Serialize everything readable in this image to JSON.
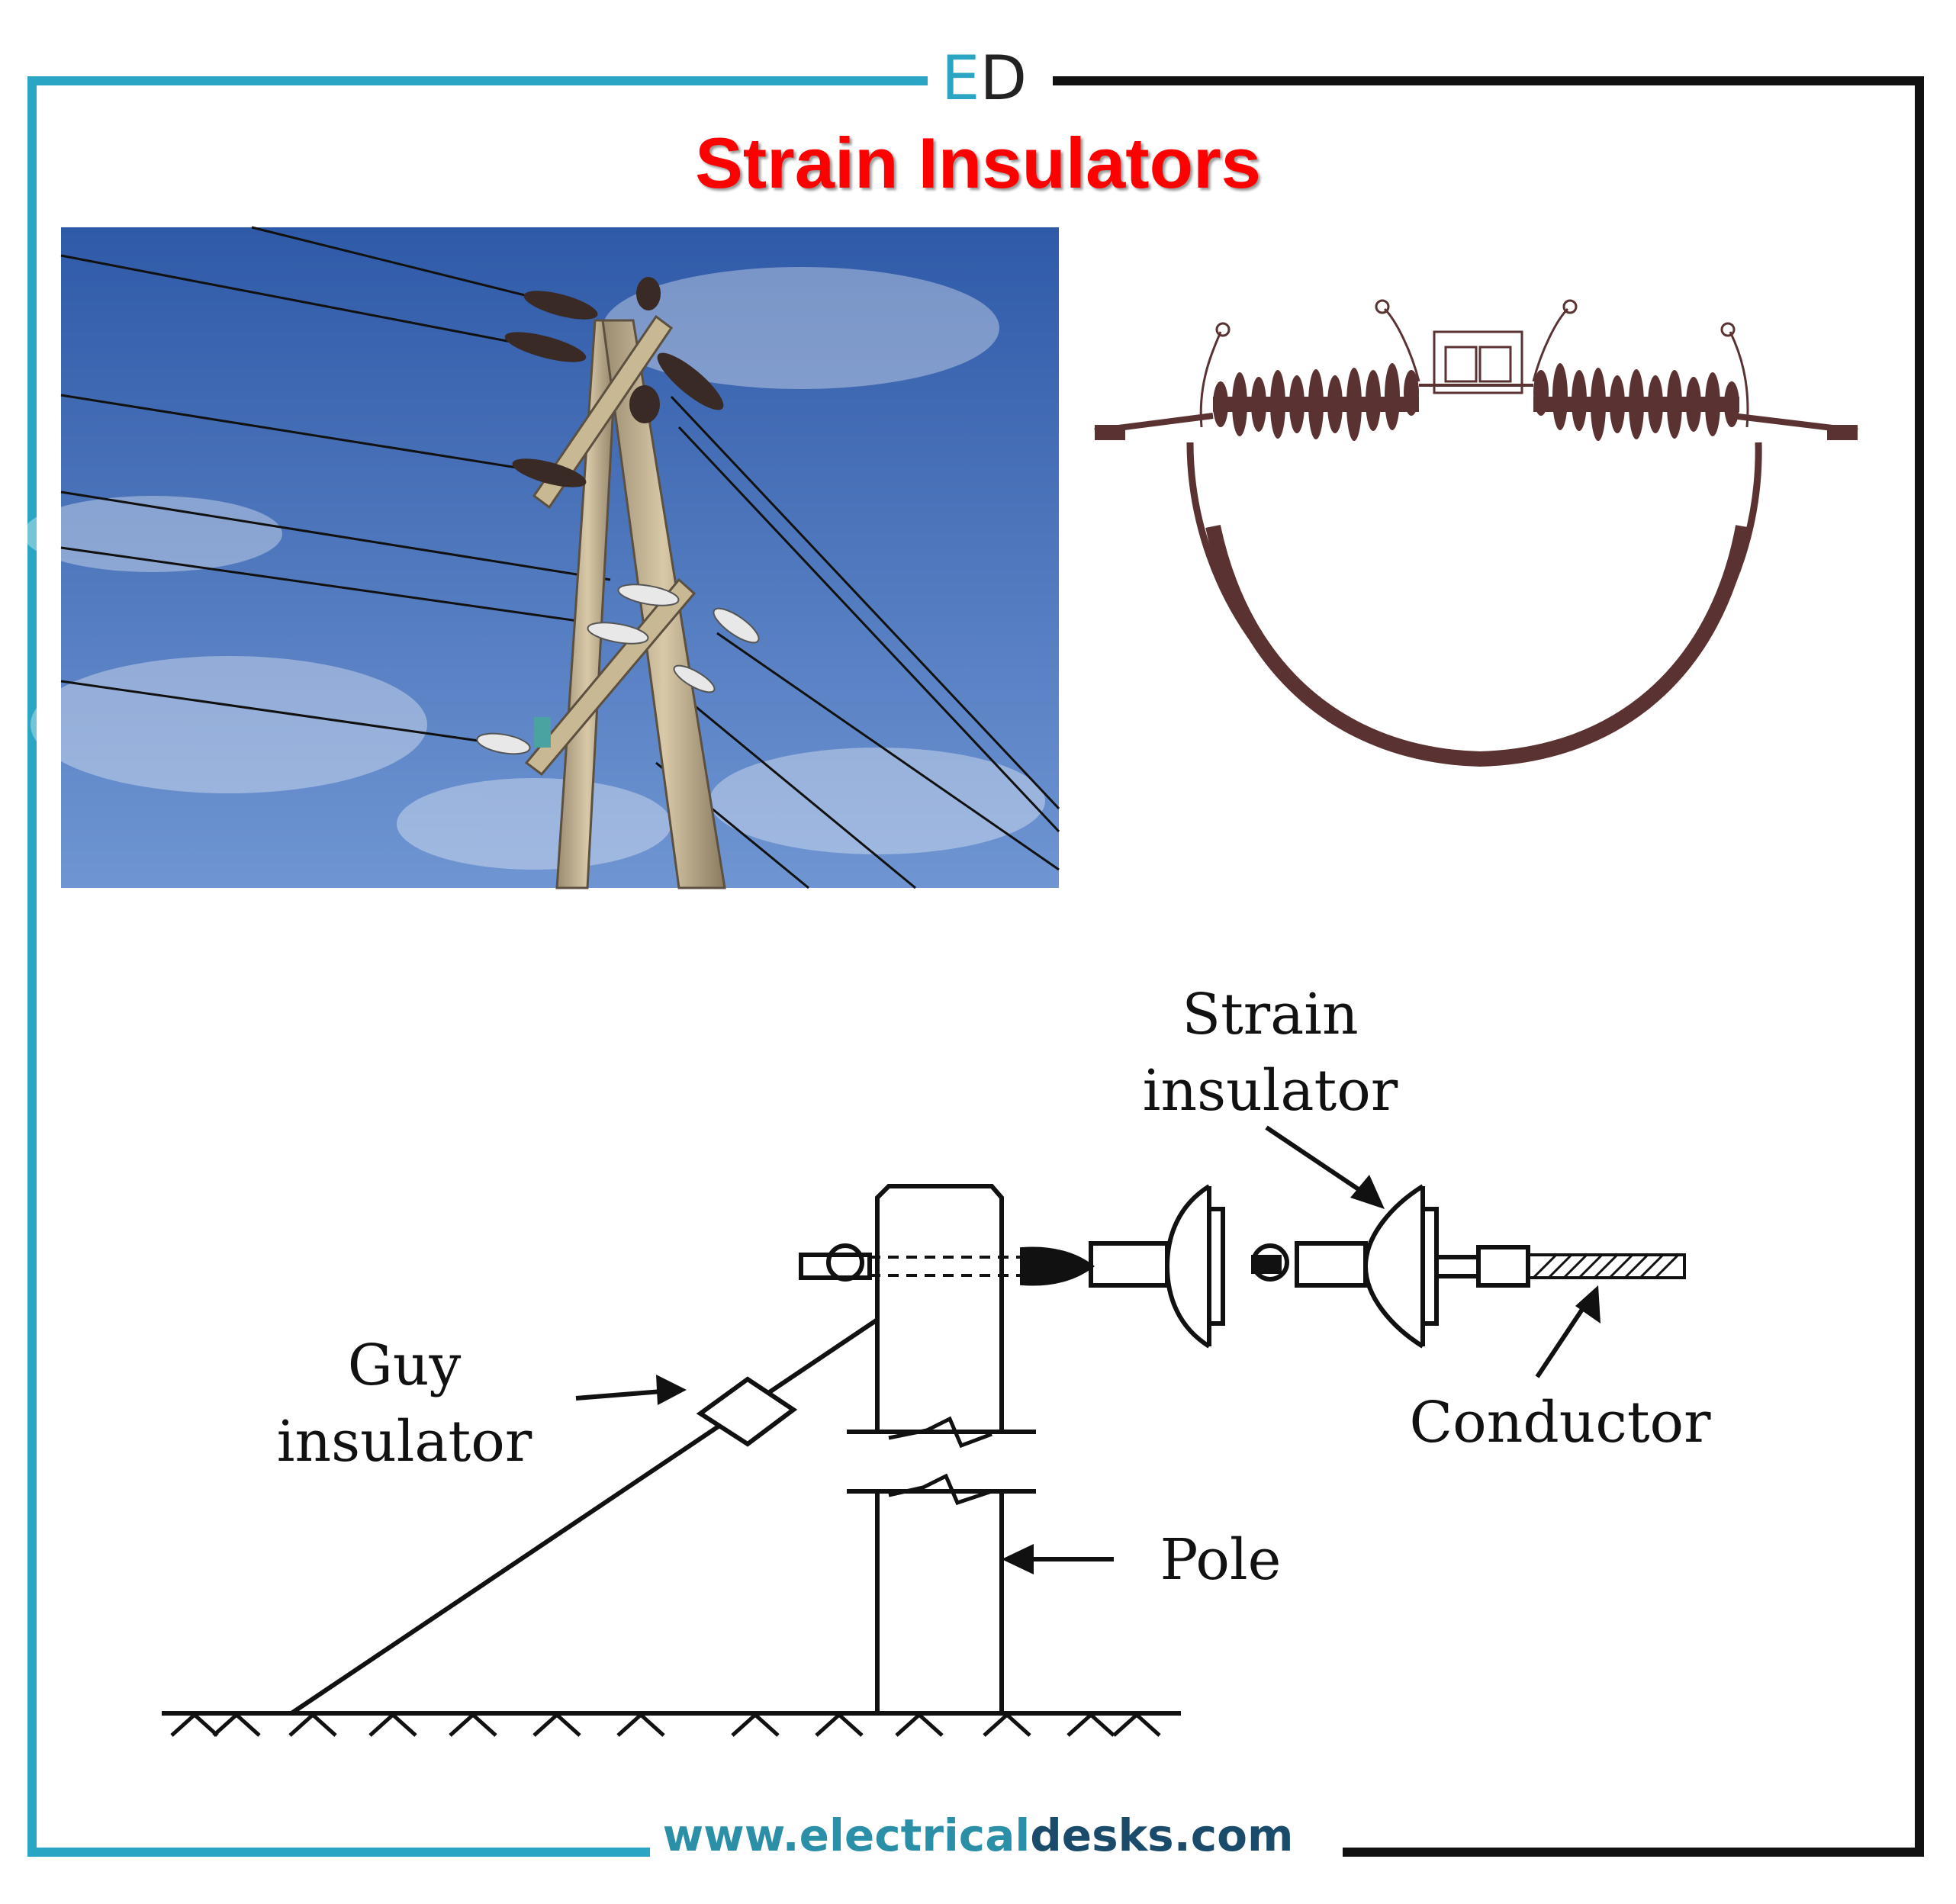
{
  "logo": {
    "letter_1": "E",
    "letter_2": "D"
  },
  "title": "Strain Insulators",
  "footer": {
    "part_1": "www.electrical",
    "part_2": "desks.com"
  },
  "diagram_labels": {
    "strain_line1": "Strain",
    "strain_line2": "insulator",
    "guy_line1": "Guy",
    "guy_line2": "insulator",
    "pole": "Pole",
    "conductor": "Conductor"
  },
  "colors": {
    "title": "#ff0000",
    "frame_left": "#2aa6c4",
    "frame_right": "#111111",
    "insulator_brown": "#5a3232",
    "sky": "#3a66b4"
  }
}
